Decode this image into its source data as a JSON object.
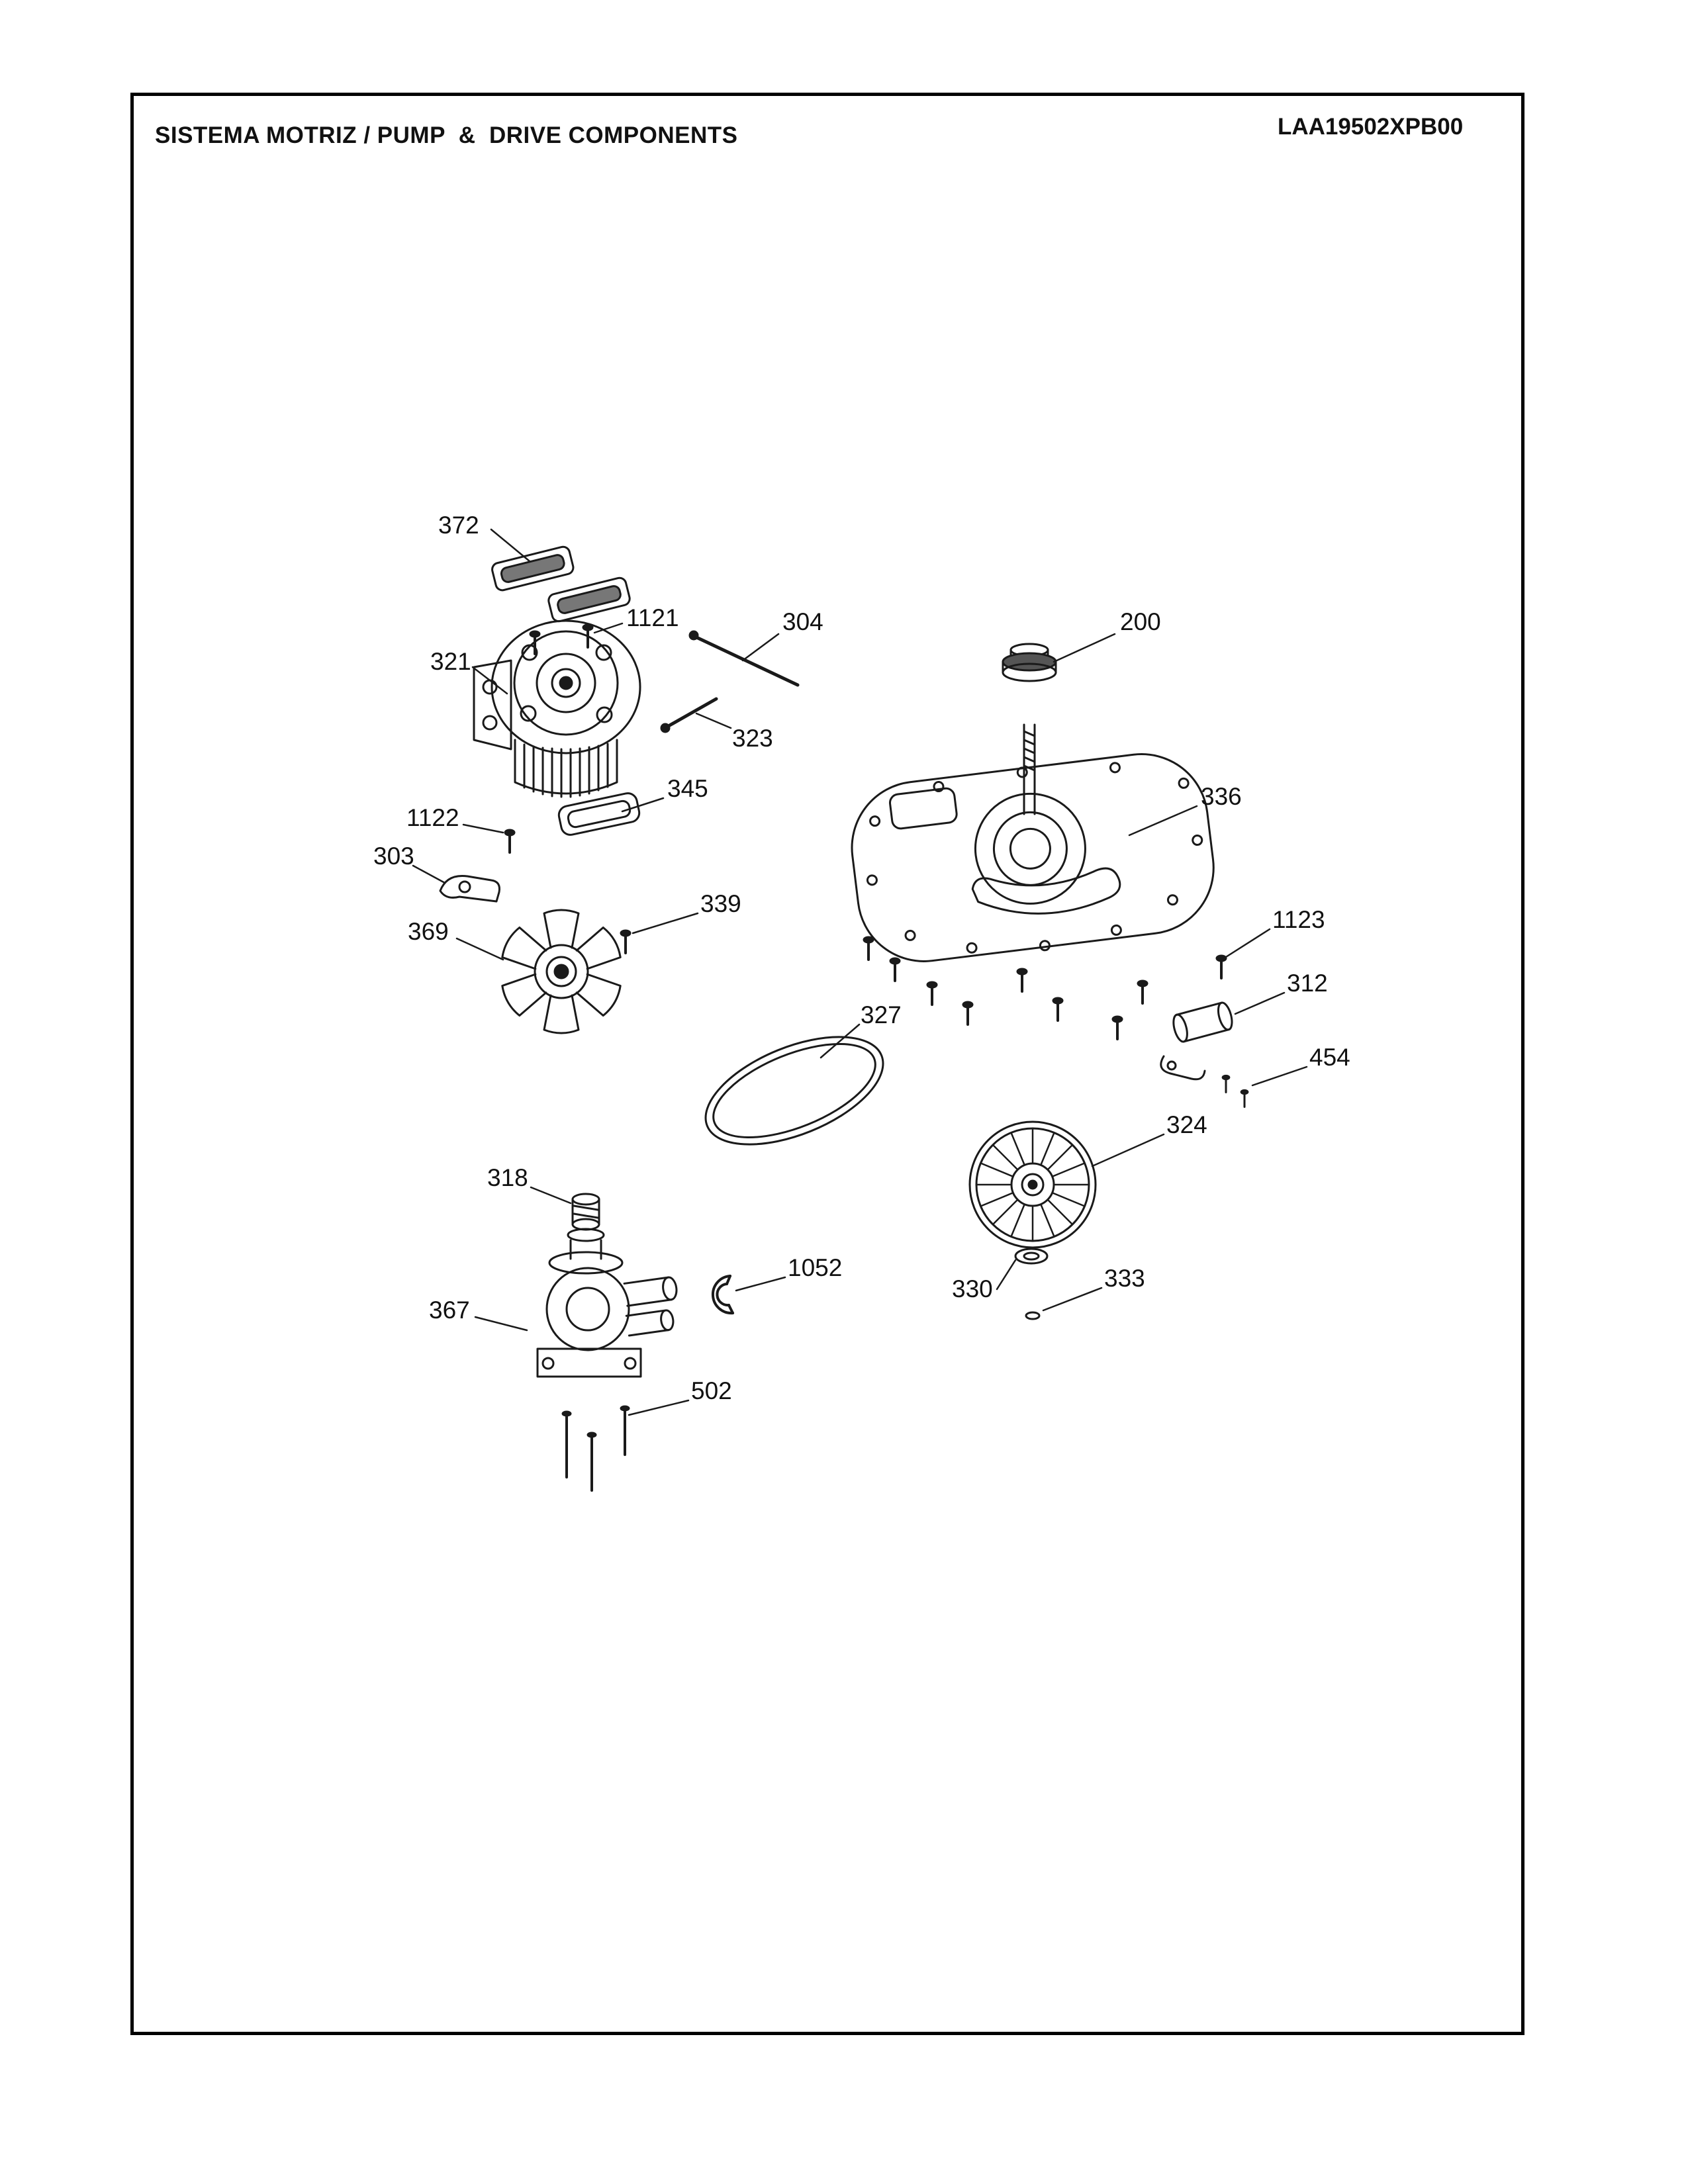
{
  "page": {
    "title": "SISTEMA MOTRIZ / PUMP  &  DRIVE COMPONENTS",
    "doc_id": "LAA19502XPB00"
  },
  "colors": {
    "ink": "#1a1a1a",
    "background": "#ffffff"
  },
  "labels": [
    {
      "text": "372"
    },
    {
      "text": "1121"
    },
    {
      "text": "304"
    },
    {
      "text": "200"
    },
    {
      "text": "321"
    },
    {
      "text": "323"
    },
    {
      "text": "345"
    },
    {
      "text": "336"
    },
    {
      "text": "1122"
    },
    {
      "text": "303"
    },
    {
      "text": "339"
    },
    {
      "text": "369"
    },
    {
      "text": "1123"
    },
    {
      "text": "312"
    },
    {
      "text": "327"
    },
    {
      "text": "454"
    },
    {
      "text": "324"
    },
    {
      "text": "318"
    },
    {
      "text": "1052"
    },
    {
      "text": "330"
    },
    {
      "text": "333"
    },
    {
      "text": "367"
    },
    {
      "text": "502"
    }
  ]
}
